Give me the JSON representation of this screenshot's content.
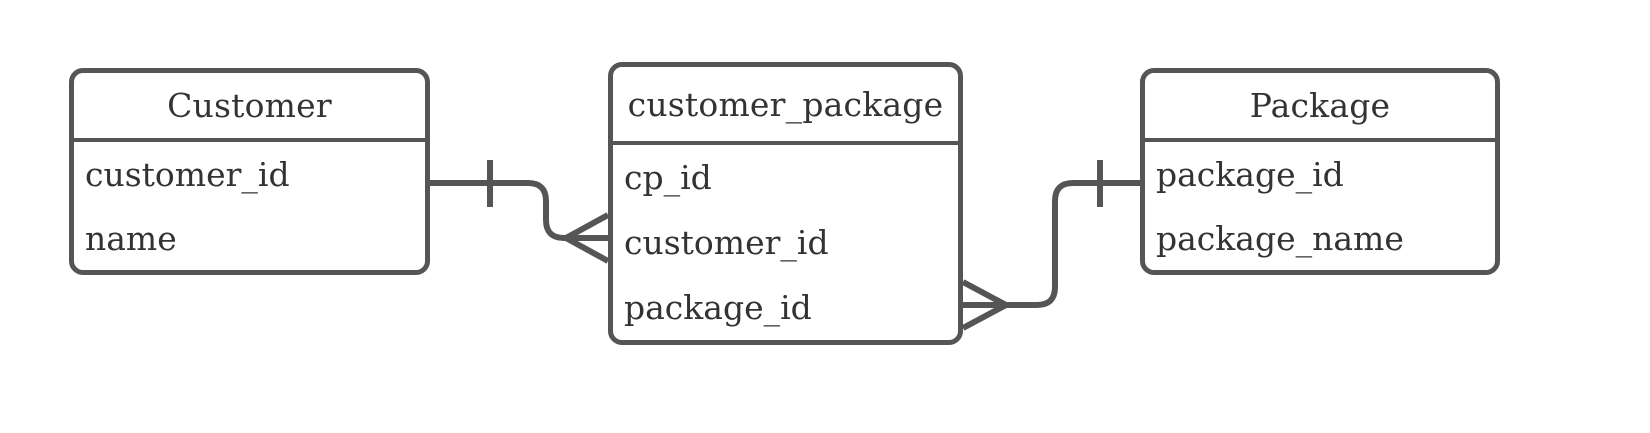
{
  "diagram": {
    "type": "entity-relationship-diagram",
    "notation": "crow's foot",
    "background_color": "#ffffff",
    "line_color": "#555555",
    "text_color": "#333333",
    "entities": [
      {
        "id": "customer",
        "title": "Customer",
        "attributes": [
          "customer_id",
          "name"
        ]
      },
      {
        "id": "customer_package",
        "title": "customer_package",
        "attributes": [
          "cp_id",
          "customer_id",
          "package_id"
        ]
      },
      {
        "id": "package",
        "title": "Package",
        "attributes": [
          "package_id",
          "package_name"
        ]
      }
    ],
    "relationships": [
      {
        "id": "customer-to-customer-package",
        "from": "customer",
        "to": "customer_package",
        "from_cardinality": "one",
        "to_cardinality": "many",
        "from_marker": "one-tick",
        "to_marker": "crow-foot"
      },
      {
        "id": "customer-package-to-package",
        "from": "customer_package",
        "to": "package",
        "from_cardinality": "many",
        "to_cardinality": "one",
        "from_marker": "crow-foot",
        "to_marker": "one-tick"
      }
    ]
  }
}
